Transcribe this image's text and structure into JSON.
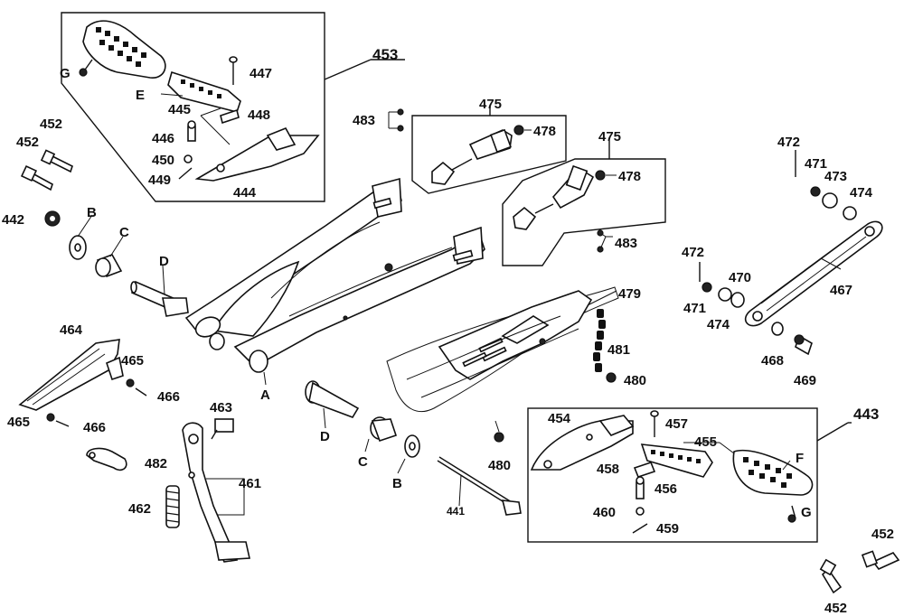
{
  "diagram": {
    "labels": {
      "453": "453",
      "447": "447",
      "445": "445",
      "448": "448",
      "446": "446",
      "450": "450",
      "449": "449",
      "444": "444",
      "E": "E",
      "G_top": "G",
      "452_a": "452",
      "452_b": "452",
      "442": "442",
      "B_left": "B",
      "C_left": "C",
      "D_left": "D",
      "464": "464",
      "465_a": "465",
      "466_a": "466",
      "465_b": "465",
      "466_b": "466",
      "482": "482",
      "463": "463",
      "461": "461",
      "462": "462",
      "A": "A",
      "D_bottom": "D",
      "C_bottom": "C",
      "B_bottom": "B",
      "441": "441",
      "480_bottom": "480",
      "483_a": "483",
      "475_a": "475",
      "478_a": "478",
      "475_b": "475",
      "478_b": "478",
      "483_b": "483",
      "479": "479",
      "481": "481",
      "480_mid": "480",
      "472_a": "472",
      "471_a": "471",
      "473": "473",
      "474_a": "474",
      "467": "467",
      "472_b": "472",
      "470": "470",
      "471_b": "471",
      "474_b": "474",
      "468": "468",
      "469": "469",
      "443": "443",
      "454": "454",
      "457": "457",
      "455": "455",
      "F": "F",
      "458": "458",
      "456": "456",
      "G_bottom": "G",
      "460": "460",
      "459": "459",
      "452_c": "452",
      "452_d": "452"
    }
  }
}
